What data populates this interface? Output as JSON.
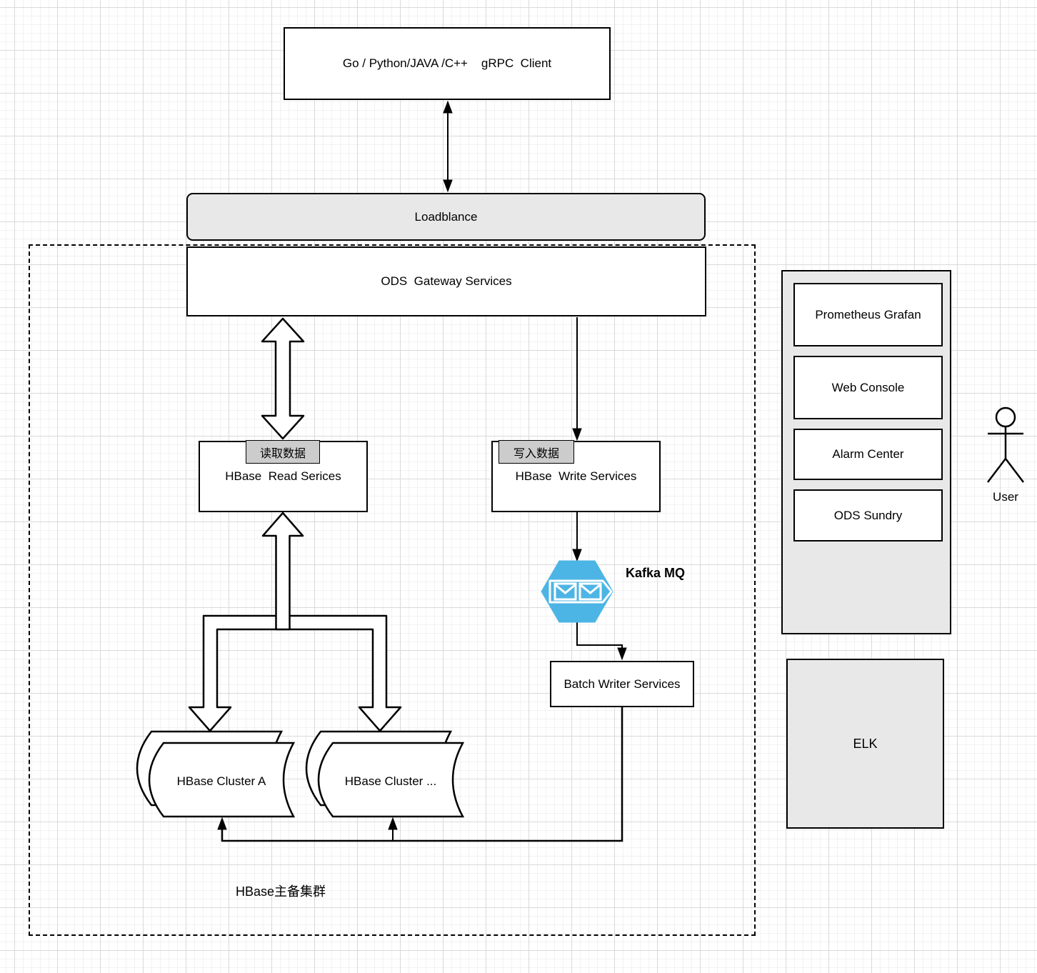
{
  "nodes": {
    "client": {
      "label": "Go / Python/JAVA /C++    gRPC  Client"
    },
    "loadbalancer": {
      "label": "Loadblance"
    },
    "gateway": {
      "label": "ODS  Gateway Services"
    },
    "read_service": {
      "label": "HBase  Read Serices",
      "badge": "读取数据"
    },
    "write_service": {
      "label": "HBase  Write Services",
      "badge": "写入数据"
    },
    "kafka": {
      "label": "Kafka MQ",
      "icon": "kafka-message-queue-icon"
    },
    "batch_writer": {
      "label": "Batch Writer Services"
    },
    "cluster_a": {
      "label": "HBase Cluster A"
    },
    "cluster_more": {
      "label": "HBase Cluster ..."
    },
    "hbase_group": {
      "label": "HBase主备集群"
    },
    "elk": {
      "label": "ELK"
    },
    "user": {
      "label": "User",
      "icon": "user-stick-figure-icon"
    }
  },
  "monitor_panel": {
    "items": [
      {
        "label": "Prometheus Grafan"
      },
      {
        "label": "Web Console"
      },
      {
        "label": "Alarm Center"
      },
      {
        "label": "ODS Sundry"
      }
    ]
  },
  "colors": {
    "kafka_blue": "#4DB5E5",
    "node_gray": "#E8E8E8",
    "badge_gray": "#CCCCCC",
    "line_black": "#000000"
  }
}
